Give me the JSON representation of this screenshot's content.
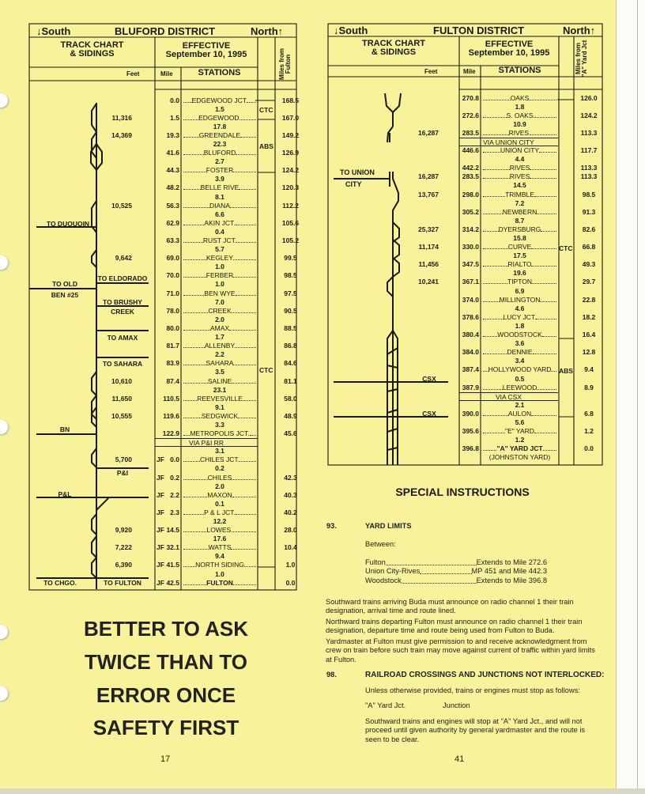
{
  "left": {
    "south": "↓South",
    "title": "BLUFORD DISTRICT",
    "north": "North↑",
    "track_header_1": "TRACK CHART",
    "track_header_2": "& SIDINGS",
    "effective": "EFFECTIVE",
    "date": "September 10, 1995",
    "miles_from_1": "Miles from",
    "miles_from_2": "Fulton",
    "feet": "Feet",
    "mile": "Mile",
    "stations": "STATIONS",
    "signals": [
      "CTC",
      "ABS",
      "CTC"
    ],
    "branches": [
      "TO DUQUOIN",
      "TO ELDORADO",
      "TO OLD",
      "BEN #25",
      "TO BRUSHY",
      "CREEK",
      "TO AMAX",
      "TO SAHARA",
      "BN",
      "P&I",
      "P&L",
      "TO CHGO.",
      "TO FULTON"
    ],
    "rows": [
      {
        "m": "0.0",
        "s": "EDGEWOOD JCT.",
        "f": "168.5"
      },
      {
        "d": "1.5",
        "m": "1.5",
        "s": "EDGEWOOD.",
        "f": "167.0",
        "ft": "11,316"
      },
      {
        "d": "17.8",
        "m": "19.3",
        "s": "GREENDALE",
        "f": "149.2",
        "ft": "14,369"
      },
      {
        "d": "22.3",
        "m": "41.6",
        "s": "BLUFORD",
        "f": "126.9"
      },
      {
        "d": "2.7",
        "m": "44.3",
        "s": "FOSTER",
        "f": "124.2"
      },
      {
        "d": "3.9",
        "m": "48.2",
        "s": "BELLE RIVE",
        "f": "120.3"
      },
      {
        "d": "8.1",
        "m": "56.3",
        "s": "DIANA",
        "f": "112.2",
        "ft": "10,525"
      },
      {
        "d": "6.6",
        "m": "62.9",
        "s": "AKIN JCT.",
        "f": "105.6"
      },
      {
        "d": "0.4",
        "m": "63.3",
        "s": "RUST JCT.",
        "f": "105.2"
      },
      {
        "d": "5.7",
        "m": "69.0",
        "s": "KEGLEY",
        "f": "99.5",
        "ft": "9,642"
      },
      {
        "d": "1.0",
        "m": "70.0",
        "s": "FERBER",
        "f": "98.5"
      },
      {
        "d": "1.0",
        "m": "71.0",
        "s": "BEN WYE",
        "f": "97.5"
      },
      {
        "d": "7.0",
        "m": "78.0",
        "s": "CREEK",
        "f": "90.5"
      },
      {
        "d": "2.0",
        "m": "80.0",
        "s": "AMAX",
        "f": "88.5"
      },
      {
        "d": "1.7",
        "m": "81.7",
        "s": "ALLENBY",
        "f": "86.8"
      },
      {
        "d": "2.2",
        "m": "83.9",
        "s": "SAHARA",
        "f": "84.6"
      },
      {
        "d": "3.5",
        "m": "87.4",
        "s": "SALINE",
        "f": "81.1",
        "ft": "10,610"
      },
      {
        "d": "23.1",
        "m": "110.5",
        "s": "REEVESVILLE",
        "f": "58.0",
        "ft": "11,650"
      },
      {
        "d": "9.1",
        "m": "119.6",
        "s": "SEDGWICK",
        "f": "48.9",
        "ft": "10,555"
      },
      {
        "d": "3.3",
        "m": "122.9",
        "s": "METROPOLIS JCT.",
        "f": "45.6"
      },
      {
        "via": "VIA P&I RR"
      },
      {
        "d": "3.1",
        "p": "JF",
        "m": "0.0",
        "s": "CHILES JCT.",
        "ft": "5,700"
      },
      {
        "d": "0.2",
        "p": "JF",
        "m": "0.2",
        "s": "CHILES",
        "f": "42.3"
      },
      {
        "d": "2.0",
        "p": "JF",
        "m": "2.2",
        "s": "MAXON",
        "f": "40.3"
      },
      {
        "d": "0.1",
        "p": "JF",
        "m": "2.3",
        "s": "P & L JCT.",
        "f": "40.2"
      },
      {
        "d": "12.2",
        "p": "JF",
        "m": "14.5",
        "s": "LOWES.",
        "f": "28.0",
        "ft": "9,920"
      },
      {
        "d": "17.6",
        "p": "JF",
        "m": "32.1",
        "s": "WATTS",
        "f": "10.4",
        "ft": "7,222"
      },
      {
        "d": "9.4",
        "p": "JF",
        "m": "41.5",
        "s": "NORTH SIDING",
        "f": "1.0",
        "ft": "6,390"
      },
      {
        "d": "1.0",
        "p": "JF",
        "m": "42.5",
        "s": "FULTON",
        "f": "0.0"
      }
    ]
  },
  "right": {
    "south": "↓South",
    "title": "FULTON DISTRICT",
    "north": "North↑",
    "track_header_1": "TRACK CHART",
    "track_header_2": "& SIDINGS",
    "effective": "EFFECTIVE",
    "date": "September 10, 1995",
    "miles_from_1": "Miles from",
    "miles_from_2": "\"A\" Yard Jct",
    "feet": "Feet",
    "mile": "Mile",
    "stations": "STATIONS",
    "signals": [
      "CTC",
      "ABS"
    ],
    "branches": [
      "TO UNION",
      "CITY",
      "CSX",
      "CSX"
    ],
    "rows": [
      {
        "m": "270.8",
        "s": "OAKS",
        "f": "126.0"
      },
      {
        "d": "1.8",
        "m": "272.6",
        "s": "S. OAKS",
        "f": "124.2"
      },
      {
        "d": "10.9",
        "m": "283.5",
        "s": "RIVES.",
        "f": "113.3",
        "ft": "16,287"
      },
      {
        "via": "VIA UNION CITY"
      },
      {
        "m": "446.6",
        "s": "UNION CITY",
        "f": "117.7"
      },
      {
        "d": "4.4",
        "m": "442.2",
        "s": "RIVES",
        "f": "113.3"
      },
      {
        "m": "283.5",
        "s": "RIVES",
        "f": "113.3",
        "ft": "16,287"
      },
      {
        "d": "14.5",
        "m": "298.0",
        "s": "TRIMBLE",
        "f": "98.5",
        "ft": "13,767"
      },
      {
        "d": "7.2",
        "m": "305.2",
        "s": "NEWBERN",
        "f": "91.3"
      },
      {
        "d": "8.7",
        "m": "314.2",
        "s": "DYERSBURG",
        "f": "82.6",
        "ft": "25,327"
      },
      {
        "d": "15.8",
        "m": "330.0",
        "s": "CURVE",
        "f": "66.8",
        "ft": "11,174"
      },
      {
        "d": "17.5",
        "m": "347.5",
        "s": "RIALTO",
        "f": "49.3",
        "ft": "11,456"
      },
      {
        "d": "19.6",
        "m": "367.1",
        "s": "TIPTON",
        "f": "29.7",
        "ft": "10,241"
      },
      {
        "d": "6.9",
        "m": "374.0",
        "s": "MILLINGTON",
        "f": "22.8"
      },
      {
        "d": "4.6",
        "m": "378.6",
        "s": "LUCY JCT.",
        "f": "18.2"
      },
      {
        "d": "1.8",
        "m": "380.4",
        "s": "WOODSTOCK",
        "f": "16.4"
      },
      {
        "d": "3.6",
        "m": "384.0",
        "s": "DENNIE",
        "f": "12.8"
      },
      {
        "d": "3.4",
        "m": "387.4",
        "s": "HOLLYWOOD YARD",
        "f": "9.4"
      },
      {
        "d": "0.5",
        "m": "387.9",
        "s": "LEEWOOD",
        "f": "8.9"
      },
      {
        "via": "VIA CSX"
      },
      {
        "d": "2.1",
        "m": "390.0",
        "s": "AULON",
        "f": "6.8"
      },
      {
        "d": "5.6",
        "m": "395.6",
        "s": "\"E\" YARD",
        "f": "1.2"
      },
      {
        "d": "1.2",
        "m": "396.8",
        "s": "\"A\" YARD JCT",
        "f": "0.0"
      },
      {
        "note": "(JOHNSTON YARD)"
      }
    ]
  },
  "safety": [
    "BETTER TO ASK",
    "TWICE THAN TO",
    "ERROR ONCE",
    "SAFETY FIRST"
  ],
  "page_left": "17",
  "page_right": "41",
  "instructions": {
    "title": "SPECIAL INSTRUCTIONS",
    "s93_num": "93.",
    "s93_title": "YARD LIMITS",
    "between": "Between:",
    "yard_limits": [
      {
        "name": "Fulton",
        "value": "Extends to Mile 272.6"
      },
      {
        "name": "Union City-Rives",
        "value": "MP 451 and Mile 442.3"
      },
      {
        "name": "Woodstock",
        "value": "Extends to Mile 396.8"
      }
    ],
    "p1": "Southward trains arriving Buda must announce on radio channel 1 their train designation, arrival time and route lined.",
    "p2": "Northward trains departing Fulton must announce on radio channel 1 their train designation, departure time and route being used from Fulton to Buda.",
    "p3": "Yardmaster at Fulton must give permission to and receive acknowledgment from crew on train before such train may move against current of traffic within yard limits at Fulton.",
    "s98_num": "98.",
    "s98_title": "RAILROAD CROSSINGS AND JUNCTIONS NOT INTERLOCKED:",
    "s98_intro": "Unless otherwise provided, trains or engines must stop as follows:",
    "s98_loc": "\"A\" Yard Jct.",
    "s98_type": "Junction",
    "s98_text": "Southward trains and engines will stop at \"A\" Yard Jct., and will not proceed until given authority by general yardmaster and the route is seen to be clear."
  }
}
